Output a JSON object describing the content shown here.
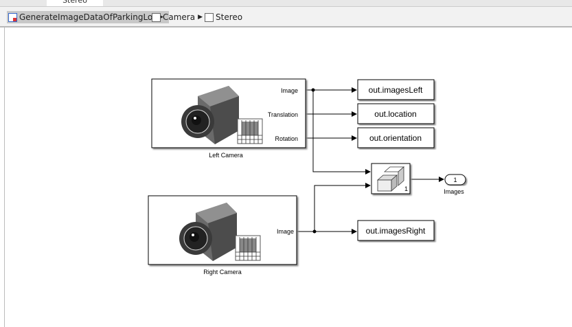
{
  "window": {
    "active_tab": "Stereo"
  },
  "breadcrumb": [
    {
      "label": "GenerateImageDataOfParkingLot"
    },
    {
      "label": "Camera"
    },
    {
      "label": "Stereo"
    }
  ],
  "blocks": {
    "left_camera": {
      "name": "Left Camera",
      "ports": [
        "Image",
        "Translation",
        "Rotation"
      ]
    },
    "right_camera": {
      "name": "Right Camera",
      "ports": [
        "Image"
      ]
    },
    "to_workspace": [
      "out.imagesLeft",
      "out.location",
      "out.orientation",
      "out.imagesRight"
    ],
    "concat": {
      "label": "1"
    },
    "outport": {
      "number": "1",
      "name": "Images"
    }
  }
}
